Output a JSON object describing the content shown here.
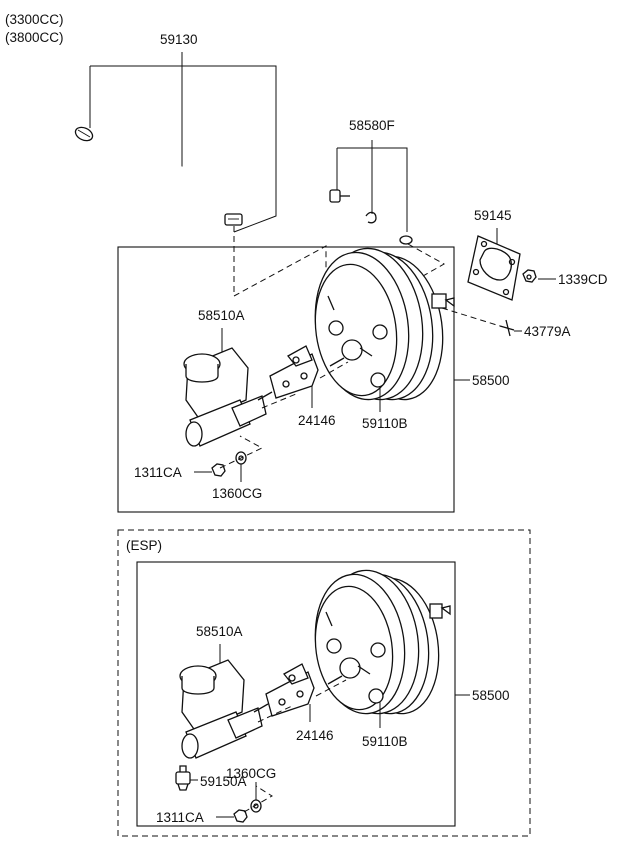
{
  "engine_notes": [
    "(3300CC)",
    "(3800CC)"
  ],
  "top_section": {
    "labels": {
      "hose": "59130",
      "fasteners": "58580F",
      "gasket": "59145",
      "nut": "1339CD",
      "pin": "43779A",
      "booster_assy": "58500",
      "master_cyl": "58510A",
      "bracket": "24146",
      "booster": "59110B",
      "cyl_nut": "1311CA",
      "washer": "1360CG"
    }
  },
  "esp_section": {
    "title": "(ESP)",
    "labels": {
      "master_cyl": "58510A",
      "booster_assy": "58500",
      "bracket": "24146",
      "booster": "59110B",
      "sensor": "59150A",
      "washer": "1360CG",
      "cyl_nut": "1311CA"
    }
  }
}
